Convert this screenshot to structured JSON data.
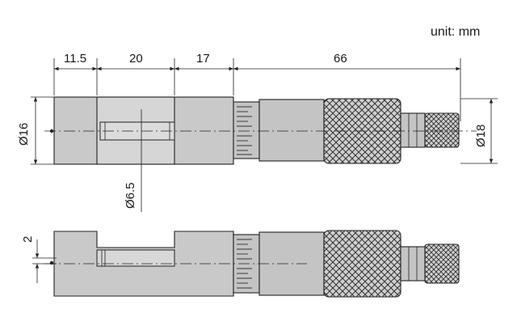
{
  "unit_label": "unit: mm",
  "dimensions": {
    "len_a": "11.5",
    "len_b": "20",
    "len_c": "17",
    "len_d": "66",
    "dia_body": "Ø16",
    "dia_hole": "Ø6.5",
    "dia_thimble": "Ø18",
    "offset": "2"
  },
  "colors": {
    "body": "#c9c9c9",
    "knurl_base": "#d0d0d0",
    "line": "#222222"
  }
}
